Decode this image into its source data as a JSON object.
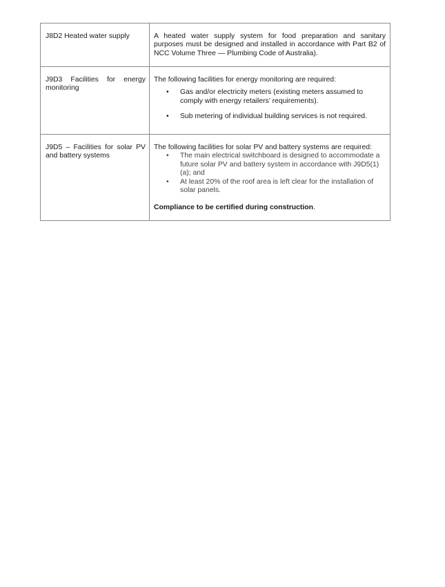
{
  "rows": [
    {
      "clause": "J8D2 Heated water supply",
      "text": "A heated water supply system for food preparation and sanitary purposes must be designed and installed in accordance with Part B2 of NCC Volume Three — Plumbing Code of Australia)."
    },
    {
      "clause": "J9D3 Facilities for energy monitoring",
      "intro": "The following facilities for energy monitoring are required:",
      "items": [
        "Gas and/or electricity meters (existing meters assumed to comply with energy retailers’ requirements).",
        "Sub metering of individual building services is not required."
      ]
    },
    {
      "clause": "J9D5 – Facilities for solar PV and battery systems",
      "intro": "The following facilities for solar PV and battery systems are required:",
      "items": [
        "The main electrical switchboard is designed to accommodate a future solar PV and battery system in accordance with J9D5(1)(a); and",
        "At least 20% of the roof area is left clear for the installation of solar panels."
      ],
      "compliance_bold": "Compliance to be certified during construction",
      "compliance_tail": "."
    }
  ],
  "bullet_glyph": "•"
}
